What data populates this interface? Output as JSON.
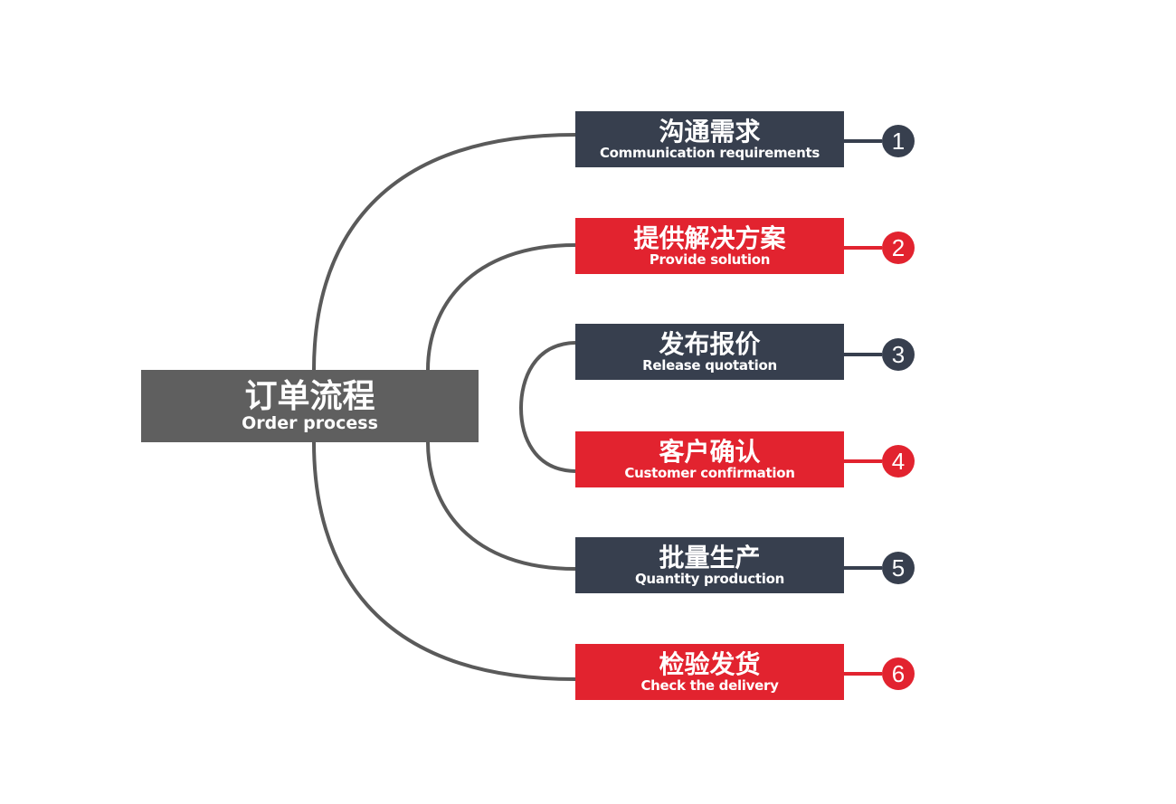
{
  "center": {
    "zh": "订单流程",
    "en": "Order process",
    "color": "#5f5f5f"
  },
  "colors": {
    "dark": "#373f4e",
    "red": "#e2232f",
    "line": "#5a5a5a"
  },
  "steps": [
    {
      "number": "1",
      "zh": "沟通需求",
      "en": "Communication requirements",
      "color": "dark"
    },
    {
      "number": "2",
      "zh": "提供解决方案",
      "en": "Provide solution",
      "color": "red"
    },
    {
      "number": "3",
      "zh": "发布报价",
      "en": "Release quotation",
      "color": "dark"
    },
    {
      "number": "4",
      "zh": "客户确认",
      "en": "Customer confirmation",
      "color": "red"
    },
    {
      "number": "5",
      "zh": "批量生产",
      "en": "Quantity production",
      "color": "dark"
    },
    {
      "number": "6",
      "zh": "检验发货",
      "en": "Check the delivery",
      "color": "red"
    }
  ]
}
